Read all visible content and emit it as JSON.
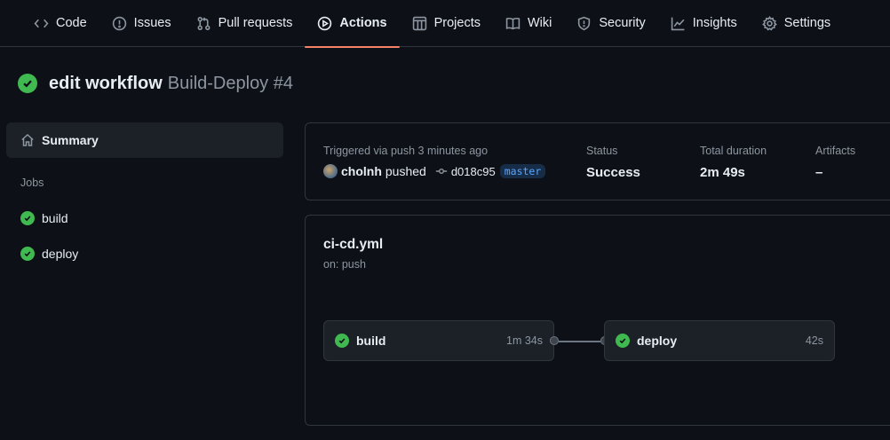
{
  "nav": {
    "tabs": [
      {
        "label": "Code",
        "icon": "code-icon"
      },
      {
        "label": "Issues",
        "icon": "issue-icon"
      },
      {
        "label": "Pull requests",
        "icon": "pull-request-icon"
      },
      {
        "label": "Actions",
        "icon": "play-icon",
        "active": true
      },
      {
        "label": "Projects",
        "icon": "table-icon"
      },
      {
        "label": "Wiki",
        "icon": "book-icon"
      },
      {
        "label": "Security",
        "icon": "shield-icon"
      },
      {
        "label": "Insights",
        "icon": "graph-icon"
      },
      {
        "label": "Settings",
        "icon": "gear-icon"
      }
    ]
  },
  "run": {
    "title": "edit workflow",
    "subtitle": "Build-Deploy #4",
    "status_color": "#3fb950"
  },
  "sidebar": {
    "summary_label": "Summary",
    "jobs_label": "Jobs",
    "jobs": [
      {
        "label": "build"
      },
      {
        "label": "deploy"
      }
    ]
  },
  "summary": {
    "trigger_label": "Triggered via push 3 minutes ago",
    "user": "cholnh",
    "action": "pushed",
    "commit": "d018c95",
    "branch": "master",
    "status_label": "Status",
    "status_value": "Success",
    "duration_label": "Total duration",
    "duration_value": "2m 49s",
    "artifacts_label": "Artifacts",
    "artifacts_value": "–"
  },
  "workflow": {
    "file": "ci-cd.yml",
    "trigger": "on: push",
    "jobs": [
      {
        "name": "build",
        "duration": "1m 34s"
      },
      {
        "name": "deploy",
        "duration": "42s"
      }
    ]
  },
  "colors": {
    "accent_tab_underline": "#f78166",
    "success": "#3fb950",
    "branch_text": "#58a6ff"
  }
}
